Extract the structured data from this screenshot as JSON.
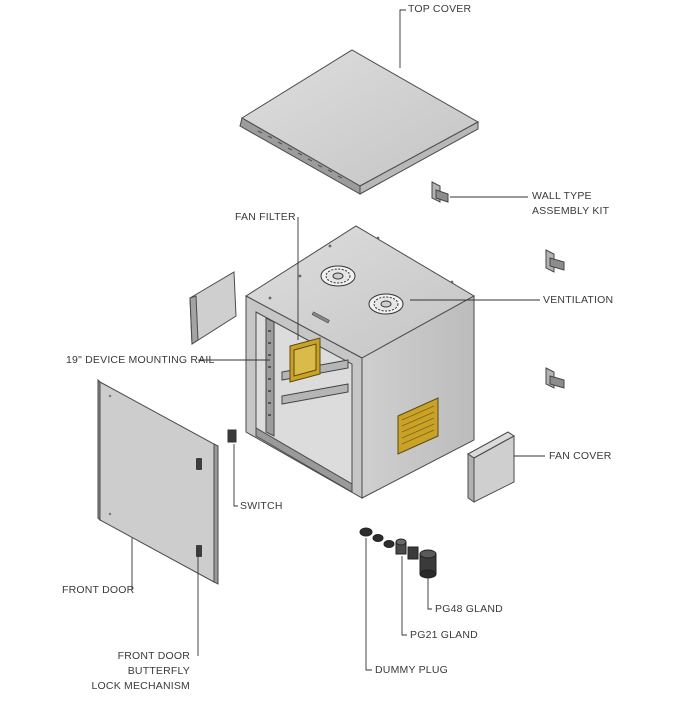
{
  "labels": {
    "top_cover": "TOP COVER",
    "wall_kit_1": "WALL TYPE",
    "wall_kit_2": "ASSEMBLY KIT",
    "fan_filter": "FAN FILTER",
    "ventilation": "VENTILATION",
    "mounting_rail": "19\" DEVICE MOUNTING RAIL",
    "switch": "SWITCH",
    "fan_cover": "FAN COVER",
    "front_door": "FRONT DOOR",
    "lock_1": "FRONT DOOR",
    "lock_2": "BUTTERFLY",
    "lock_3": "LOCK MECHANISM",
    "pg48": "PG48 GLAND",
    "pg21": "PG21 GLAND",
    "dummy_plug": "DUMMY PLUG"
  },
  "colors": {
    "panel": "#d2d2d2",
    "panel_dark": "#a9a9a9",
    "outline": "#4a4a4a",
    "filter": "#c9a227",
    "leader": "#333333"
  }
}
